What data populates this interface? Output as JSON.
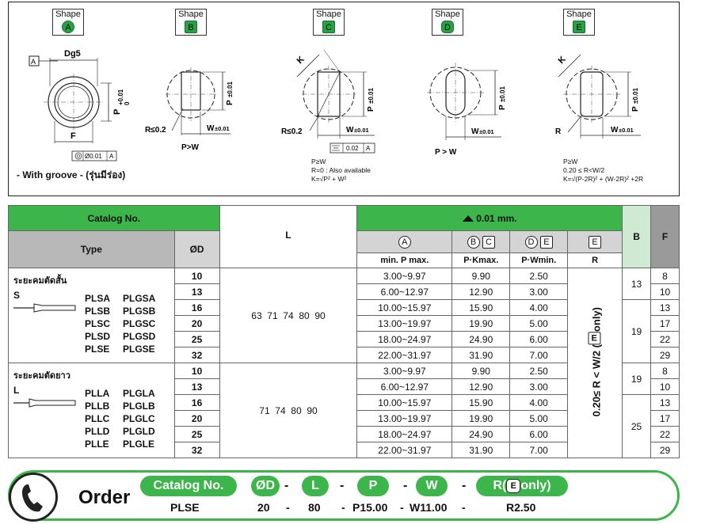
{
  "shapes": [
    {
      "label": "Shape",
      "letter": "A"
    },
    {
      "label": "Shape",
      "letter": "B"
    },
    {
      "label": "Shape",
      "letter": "C"
    },
    {
      "label": "Shape",
      "letter": "D"
    },
    {
      "label": "Shape",
      "letter": "E"
    }
  ],
  "drawing_text": {
    "a_ref": "A",
    "a_dg5": "Dg5",
    "a_p": "P",
    "a_tol_plus": "+0.01",
    "a_tol_zero": "0",
    "a_f": "F",
    "a_conc": "Ø0.01",
    "a_conc_ref": "A",
    "b_p": "P",
    "b_ptol": "±0.01",
    "b_r": "R≤0.2",
    "b_w": "W",
    "b_wtol": "±0.01",
    "b_cond": "P>W",
    "c_k": "K",
    "c_p": "P",
    "c_ptol": "±0.01",
    "c_r": "R≤0.2",
    "c_w": "W",
    "c_wtol": "±0.01",
    "c_sym": "0.02",
    "c_sym_ref": "A",
    "d_p": "P",
    "d_ptol": "±0.01",
    "d_w": "W",
    "d_wtol": "±0.01",
    "d_cond": "P > W",
    "e_k": "K",
    "e_p": "P",
    "e_ptol": "±0.01",
    "e_r": "R",
    "e_w": "W",
    "e_wtol": "±0.01"
  },
  "groove_label": "- With groove - (รุ่นมีร่อง)",
  "note_c": [
    "P≥W",
    "R=0 : Also available",
    "K=√P² + W²"
  ],
  "note_e": [
    "P≥W",
    "0.20 ≤ R<W/2",
    "K=√(P-2R)² + (W-2R)² +2R"
  ],
  "table": {
    "catalog_no": "Catalog No.",
    "type": "Type",
    "od": "ØD",
    "l": "L",
    "tol_header": "0.01 mm.",
    "col_a_letter": "A",
    "col_bc_letters": [
      "B",
      "C"
    ],
    "col_de_letters": [
      "D",
      "E"
    ],
    "col_e_letter": "E",
    "col_b": "B",
    "col_f": "F",
    "min_p": "min. P max.",
    "pk_max": "P·Kmax.",
    "pw_min": "P·Wmin.",
    "r": "R",
    "r_rule_text": "0.20≤ R < W/2 (",
    "r_rule_letter": "E",
    "r_rule_tail": "only)",
    "groups": [
      {
        "title": "ระยะคมตัดสั้น",
        "letter": "S",
        "types": [
          [
            "PLSA",
            "PLGSA"
          ],
          [
            "PLSB",
            "PLGSB"
          ],
          [
            "PLSC",
            "PLGSC"
          ],
          [
            "PLSD",
            "PLGSD"
          ],
          [
            "PLSE",
            "PLGSE"
          ]
        ],
        "l_values": "63  71  74  80  90",
        "rows": [
          {
            "od": "10",
            "p": "3.00~9.97",
            "pk": "9.90",
            "pw": "2.50",
            "f": "8"
          },
          {
            "od": "13",
            "p": "6.00~12.97",
            "pk": "12.90",
            "pw": "3.00",
            "f": "10"
          },
          {
            "od": "16",
            "p": "10.00~15.97",
            "pk": "15.90",
            "pw": "4.00",
            "f": "13"
          },
          {
            "od": "20",
            "p": "13.00~19.97",
            "pk": "19.90",
            "pw": "5.00",
            "f": "17"
          },
          {
            "od": "25",
            "p": "18.00~24.97",
            "pk": "24.90",
            "pw": "6.00",
            "f": "22"
          },
          {
            "od": "32",
            "p": "22.00~31.97",
            "pk": "31.90",
            "pw": "7.00",
            "f": "29"
          }
        ],
        "b_values": [
          "13",
          "19"
        ]
      },
      {
        "title": "ระยะคมตัดยาว",
        "letter": "L",
        "types": [
          [
            "PLLA",
            "PLGLA"
          ],
          [
            "PLLB",
            "PLGLB"
          ],
          [
            "PLLC",
            "PLGLC"
          ],
          [
            "PLLD",
            "PLGLD"
          ],
          [
            "PLLE",
            "PLGLE"
          ]
        ],
        "l_values": "71  74  80  90",
        "rows": [
          {
            "od": "10",
            "p": "3.00~9.97",
            "pk": "9.90",
            "pw": "2.50",
            "f": "8"
          },
          {
            "od": "13",
            "p": "6.00~12.97",
            "pk": "12.90",
            "pw": "3.00",
            "f": "10"
          },
          {
            "od": "16",
            "p": "10.00~15.97",
            "pk": "15.90",
            "pw": "4.00",
            "f": "13"
          },
          {
            "od": "20",
            "p": "13.00~19.97",
            "pk": "19.90",
            "pw": "5.00",
            "f": "17"
          },
          {
            "od": "25",
            "p": "18.00~24.97",
            "pk": "24.90",
            "pw": "6.00",
            "f": "22"
          },
          {
            "od": "32",
            "p": "22.00~31.97",
            "pk": "31.90",
            "pw": "7.00",
            "f": "29"
          }
        ],
        "b_values": [
          "19",
          "25"
        ]
      }
    ]
  },
  "order": {
    "title": "Order",
    "pills": [
      "Catalog No.",
      "ØD",
      "L",
      "P",
      "W",
      "R("
    ],
    "pill_r_letter": "E",
    "pill_r_tail": "only)",
    "dash": "-",
    "example": [
      "PLSE",
      "20",
      "-",
      "80",
      "-",
      "P15.00",
      "-",
      "W11.00",
      "-",
      "R2.50"
    ]
  },
  "colors": {
    "green": "#3cb54a",
    "gray": "#b8b8b8"
  }
}
